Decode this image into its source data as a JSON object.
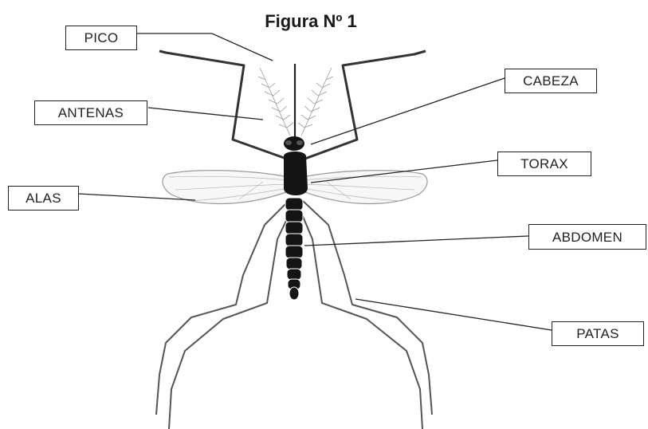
{
  "figure": {
    "title": "Figura Nº 1"
  },
  "labels": {
    "pico": "PICO",
    "antenas": "ANTENAS",
    "alas": "ALAS",
    "cabeza": "CABEZA",
    "torax": "TORAX",
    "abdomen": "ABDOMEN",
    "patas": "PATAS"
  },
  "colors": {
    "ink": "#222222",
    "body": "#141414",
    "wing": "#9a9a9a",
    "leg": "#555555"
  }
}
